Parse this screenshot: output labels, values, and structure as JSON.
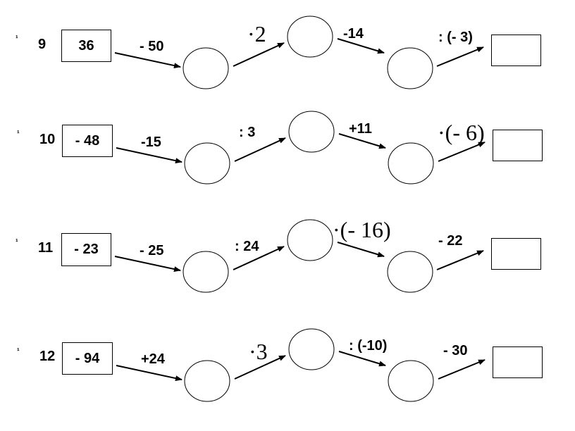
{
  "rows": [
    {
      "bullet": "¹",
      "number": "9",
      "start": "36",
      "ops": [
        "- 50",
        "·2",
        "-14",
        ": (- 3)"
      ]
    },
    {
      "bullet": "¹",
      "number": "10",
      "start": "- 48",
      "ops": [
        "-15",
        ": 3",
        "+11",
        "·(- 6)"
      ]
    },
    {
      "bullet": "¹",
      "number": "11",
      "start": "- 23",
      "ops": [
        "- 25",
        ": 24",
        "·(- 16)",
        "- 22"
      ]
    },
    {
      "bullet": "¹",
      "number": "12",
      "start": "- 94",
      "ops": [
        "+24",
        "·3",
        ": (-10)",
        "- 30"
      ]
    }
  ]
}
